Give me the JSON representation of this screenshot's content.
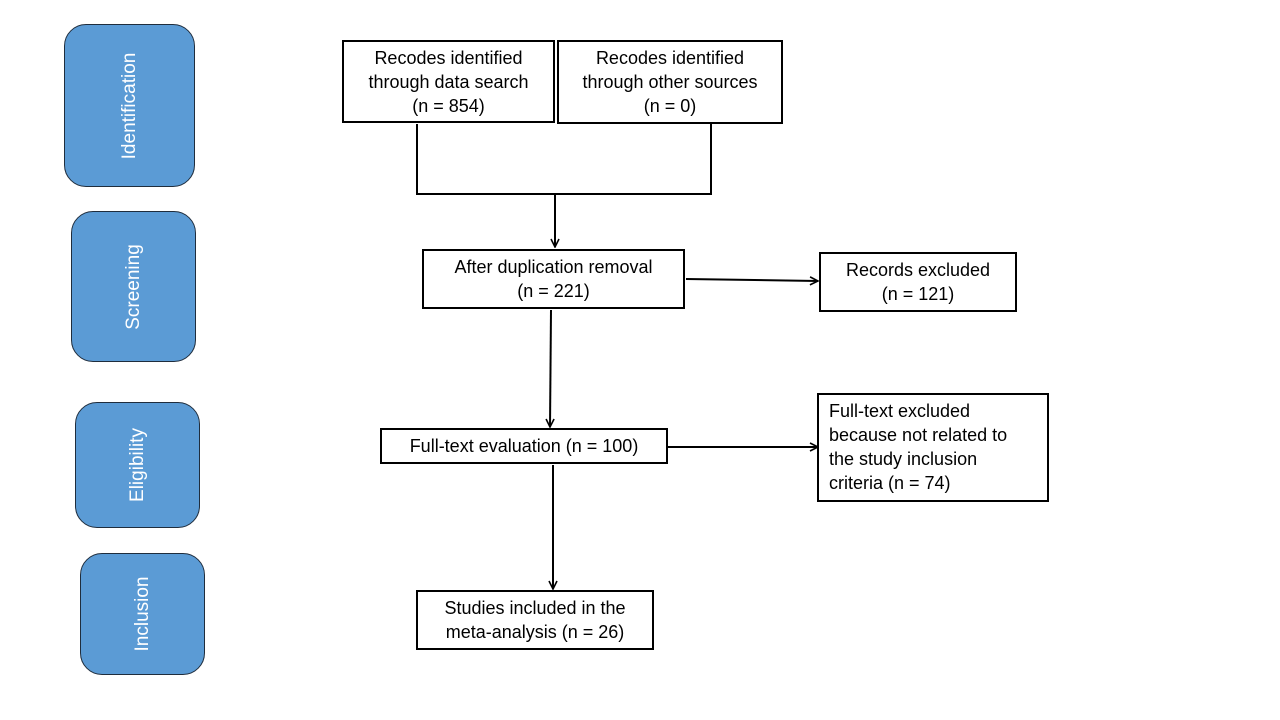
{
  "phases": {
    "identification": "Identification",
    "screening": "Screening",
    "eligibility": "Eligibility",
    "inclusion": "Inclusion"
  },
  "boxes": {
    "data_search": {
      "lines": [
        "Recodes identified",
        "through data search",
        "(n =  854)"
      ]
    },
    "other_sources": {
      "lines": [
        "Recodes identified",
        "through other sources",
        "(n = 0)"
      ]
    },
    "after_duplication": {
      "lines": [
        "After duplication  removal",
        "(n = 221)"
      ]
    },
    "records_excluded": {
      "lines": [
        "Records excluded",
        "(n = 121)"
      ]
    },
    "full_text_evaluation": {
      "lines": [
        "Full-text evaluation  (n = 100)"
      ]
    },
    "full_text_excluded": {
      "lines": [
        "Full-text  excluded",
        "because  not related to",
        "the study inclusion",
        "criteria (n = 74)"
      ]
    },
    "studies_included": {
      "lines": [
        "Studies included  in the",
        "meta-analysis (n = 26)"
      ]
    }
  },
  "colors": {
    "phase_fill": "#5b9bd5",
    "phase_border": "#1f2d3d",
    "box_border": "#000000",
    "text": "#000000",
    "background": "#ffffff"
  }
}
